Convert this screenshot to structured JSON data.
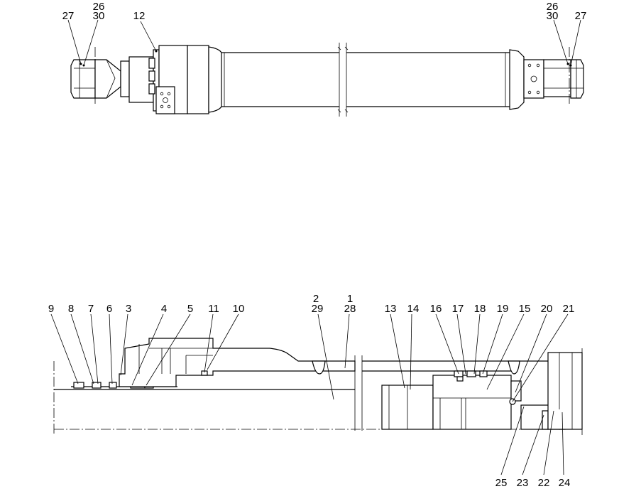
{
  "callouts_top": [
    {
      "id": "c27a",
      "text": "27"
    },
    {
      "id": "c26a",
      "text": "26"
    },
    {
      "id": "c30a",
      "text": "30"
    },
    {
      "id": "c12",
      "text": "12"
    },
    {
      "id": "c26b",
      "text": "26"
    },
    {
      "id": "c30b",
      "text": "30"
    },
    {
      "id": "c27b",
      "text": "27"
    }
  ],
  "callouts_bottom_top": [
    {
      "id": "b9",
      "text": "9"
    },
    {
      "id": "b8",
      "text": "8"
    },
    {
      "id": "b7",
      "text": "7"
    },
    {
      "id": "b6",
      "text": "6"
    },
    {
      "id": "b3",
      "text": "3"
    },
    {
      "id": "b4",
      "text": "4"
    },
    {
      "id": "b5",
      "text": "5"
    },
    {
      "id": "b11",
      "text": "11"
    },
    {
      "id": "b10",
      "text": "10"
    },
    {
      "id": "b2",
      "text": "2"
    },
    {
      "id": "b29",
      "text": "29"
    },
    {
      "id": "b1",
      "text": "1"
    },
    {
      "id": "b28",
      "text": "28"
    },
    {
      "id": "b13",
      "text": "13"
    },
    {
      "id": "b14",
      "text": "14"
    },
    {
      "id": "b16",
      "text": "16"
    },
    {
      "id": "b17",
      "text": "17"
    },
    {
      "id": "b18",
      "text": "18"
    },
    {
      "id": "b19",
      "text": "19"
    },
    {
      "id": "b15",
      "text": "15"
    },
    {
      "id": "b20",
      "text": "20"
    },
    {
      "id": "b21",
      "text": "21"
    }
  ],
  "callouts_bottom_low": [
    {
      "id": "b25",
      "text": "25"
    },
    {
      "id": "b23",
      "text": "23"
    },
    {
      "id": "b22",
      "text": "22"
    },
    {
      "id": "b24",
      "text": "24"
    }
  ]
}
